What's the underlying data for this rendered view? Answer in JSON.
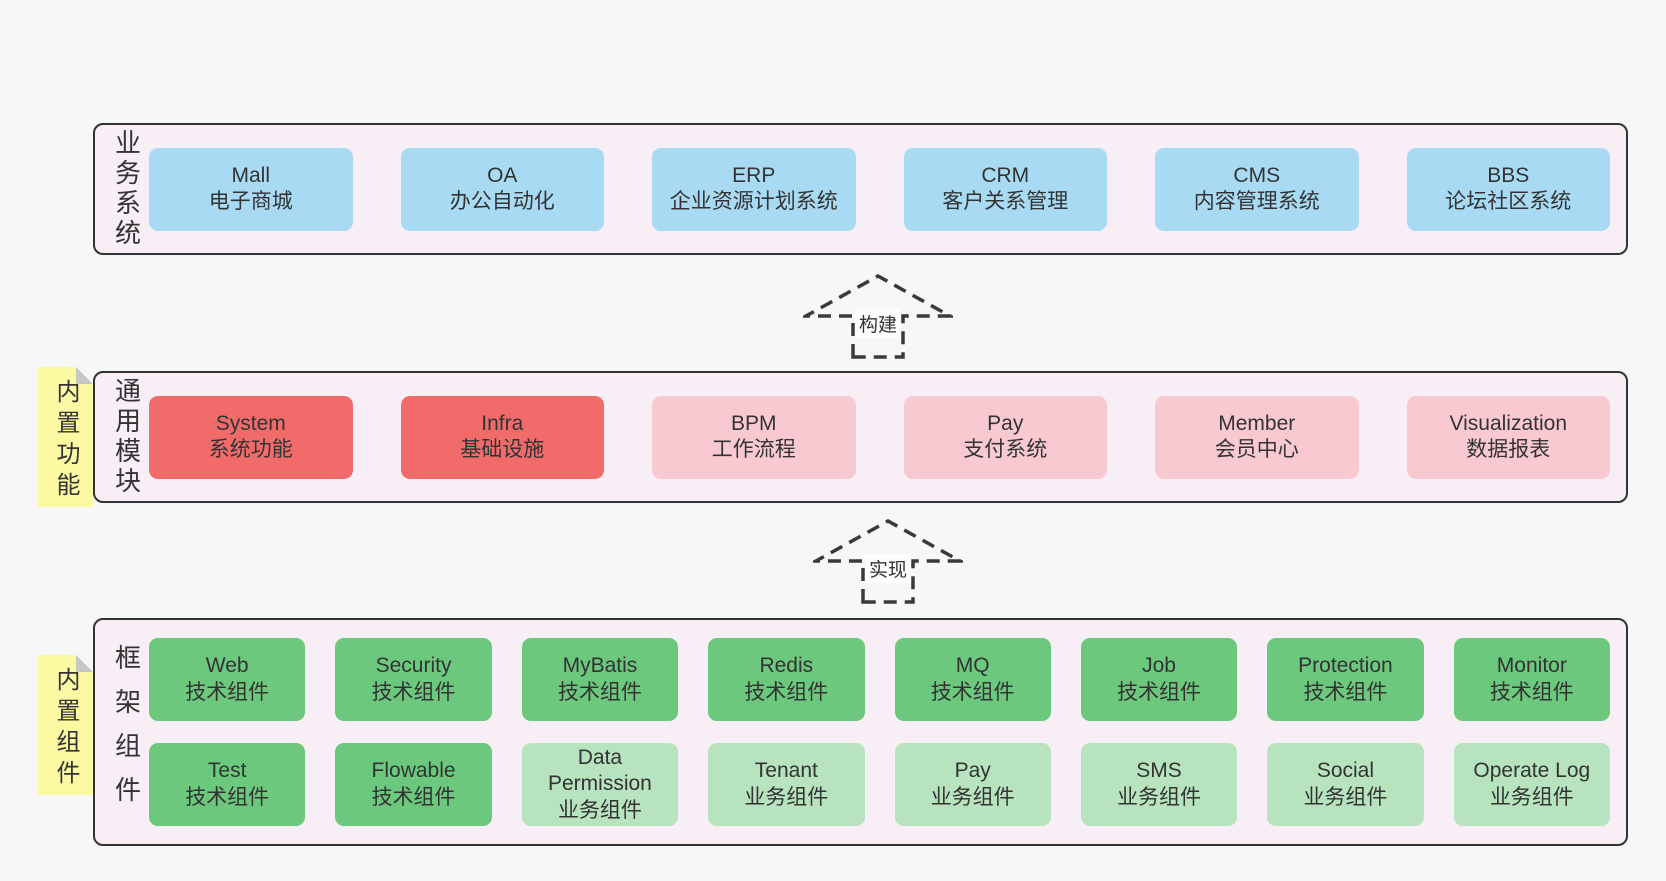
{
  "colors": {
    "page_bg": "#f7f7f7",
    "container_bg": "#f8eef6",
    "container_border": "#333333",
    "text": "#333333",
    "blue": "#a8dbf3",
    "red": "#f26b6b",
    "pink": "#f9c9d2",
    "green": "#6bc87d",
    "green_light": "#b7e4bf",
    "sticky_bg": "#fbf9a2",
    "sticky_fold": "#c7c7c7",
    "arrow_stroke": "#3a3a3a",
    "arrow_label_bg": "#fdfdfd"
  },
  "arrows": [
    {
      "label": "构建"
    },
    {
      "label": "实现"
    }
  ],
  "layers": [
    {
      "id": "business-systems",
      "label": "业务系统",
      "note": "",
      "rows": [
        [
          {
            "title": "Mall",
            "subtitle": "电子商城",
            "type": "blue"
          },
          {
            "title": "OA",
            "subtitle": "办公自动化",
            "type": "blue"
          },
          {
            "title": "ERP",
            "subtitle": "企业资源计划系统",
            "type": "blue"
          },
          {
            "title": "CRM",
            "subtitle": "客户关系管理",
            "type": "blue"
          },
          {
            "title": "CMS",
            "subtitle": "内容管理系统",
            "type": "blue"
          },
          {
            "title": "BBS",
            "subtitle": "论坛社区系统",
            "type": "blue"
          }
        ]
      ]
    },
    {
      "id": "common-modules",
      "label": "通用模块",
      "note": "内置功能",
      "rows": [
        [
          {
            "title": "System",
            "subtitle": "系统功能",
            "type": "red"
          },
          {
            "title": "Infra",
            "subtitle": "基础设施",
            "type": "red"
          },
          {
            "title": "BPM",
            "subtitle": "工作流程",
            "type": "pink"
          },
          {
            "title": "Pay",
            "subtitle": "支付系统",
            "type": "pink"
          },
          {
            "title": "Member",
            "subtitle": "会员中心",
            "type": "pink"
          },
          {
            "title": "Visualization",
            "subtitle": "数据报表",
            "type": "pink"
          }
        ]
      ]
    },
    {
      "id": "framework-components",
      "label": "框架组件",
      "note": "内置组件",
      "rows": [
        [
          {
            "title": "Web",
            "subtitle": "技术组件",
            "type": "green"
          },
          {
            "title": "Security",
            "subtitle": "技术组件",
            "type": "green"
          },
          {
            "title": "MyBatis",
            "subtitle": "技术组件",
            "type": "green"
          },
          {
            "title": "Redis",
            "subtitle": "技术组件",
            "type": "green"
          },
          {
            "title": "MQ",
            "subtitle": "技术组件",
            "type": "green"
          },
          {
            "title": "Job",
            "subtitle": "技术组件",
            "type": "green"
          },
          {
            "title": "Protection",
            "subtitle": "技术组件",
            "type": "green"
          },
          {
            "title": "Monitor",
            "subtitle": "技术组件",
            "type": "green"
          }
        ],
        [
          {
            "title": "Test",
            "subtitle": "技术组件",
            "type": "green"
          },
          {
            "title": "Flowable",
            "subtitle": "技术组件",
            "type": "green"
          },
          {
            "title": "Data Permission",
            "subtitle": "业务组件",
            "type": "green_light"
          },
          {
            "title": "Tenant",
            "subtitle": "业务组件",
            "type": "green_light"
          },
          {
            "title": "Pay",
            "subtitle": "业务组件",
            "type": "green_light"
          },
          {
            "title": "SMS",
            "subtitle": "业务组件",
            "type": "green_light"
          },
          {
            "title": "Social",
            "subtitle": "业务组件",
            "type": "green_light"
          },
          {
            "title": "Operate Log",
            "subtitle": "业务组件",
            "type": "green_light"
          }
        ]
      ]
    }
  ]
}
